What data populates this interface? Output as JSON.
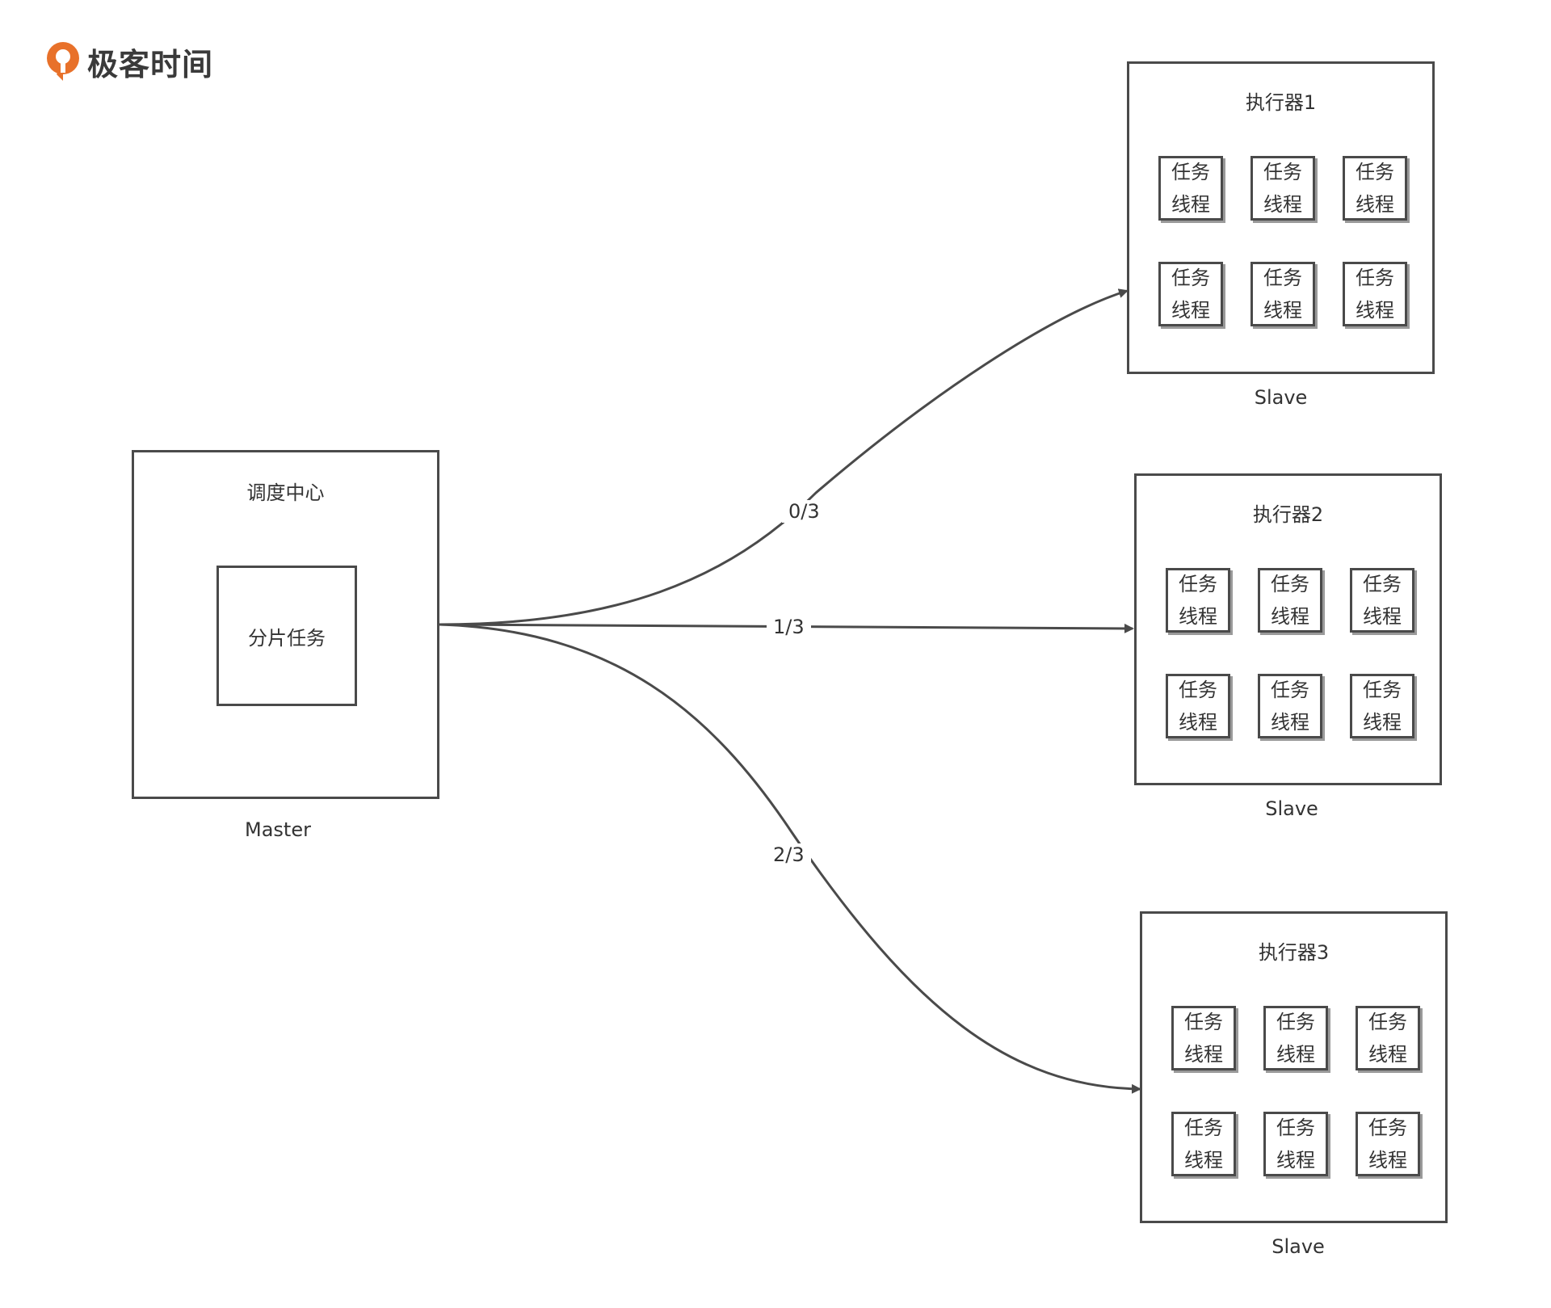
{
  "brand": {
    "name": "极客时间",
    "color": "#e8712a"
  },
  "master": {
    "title": "调度中心",
    "inner": "分片任务",
    "caption": "Master"
  },
  "executors": [
    {
      "title": "执行器1",
      "caption": "Slave",
      "threads": [
        [
          "任务",
          "线程"
        ],
        [
          "任务",
          "线程"
        ],
        [
          "任务",
          "线程"
        ],
        [
          "任务",
          "线程"
        ],
        [
          "任务",
          "线程"
        ],
        [
          "任务",
          "线程"
        ]
      ]
    },
    {
      "title": "执行器2",
      "caption": "Slave",
      "threads": [
        [
          "任务",
          "线程"
        ],
        [
          "任务",
          "线程"
        ],
        [
          "任务",
          "线程"
        ],
        [
          "任务",
          "线程"
        ],
        [
          "任务",
          "线程"
        ],
        [
          "任务",
          "线程"
        ]
      ]
    },
    {
      "title": "执行器3",
      "caption": "Slave",
      "threads": [
        [
          "任务",
          "线程"
        ],
        [
          "任务",
          "线程"
        ],
        [
          "任务",
          "线程"
        ],
        [
          "任务",
          "线程"
        ],
        [
          "任务",
          "线程"
        ],
        [
          "任务",
          "线程"
        ]
      ]
    }
  ],
  "edges": [
    {
      "from": "master",
      "to": "executor-1",
      "label": "0/3"
    },
    {
      "from": "master",
      "to": "executor-2",
      "label": "1/3"
    },
    {
      "from": "master",
      "to": "executor-3",
      "label": "2/3"
    }
  ]
}
